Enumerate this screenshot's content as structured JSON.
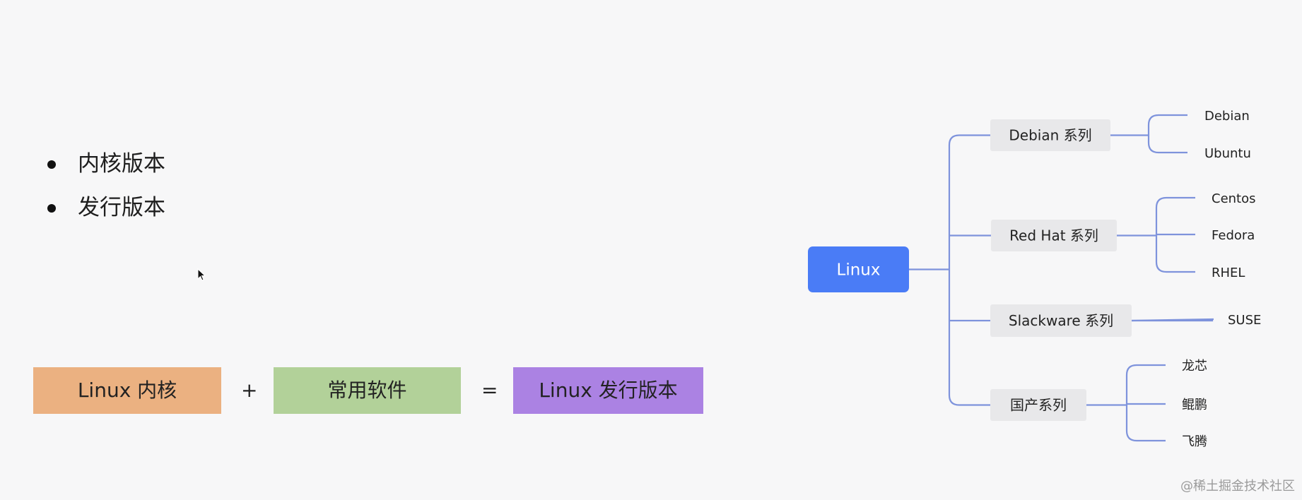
{
  "bullets": [
    "内核版本",
    "发行版本"
  ],
  "equation": {
    "kernel": {
      "label": "Linux 内核",
      "color": "#ebb181"
    },
    "plus": "+",
    "software": {
      "label": "常用软件",
      "color": "#b2d199"
    },
    "equals": "=",
    "distro": {
      "label": "Linux 发行版本",
      "color": "#ab82e3"
    }
  },
  "mindmap": {
    "root": {
      "label": "Linux",
      "color": "#4a7cf6"
    },
    "line_color": "#7e93dc",
    "branches": [
      {
        "label": "Debian 系列",
        "children": [
          "Debian",
          "Ubuntu"
        ]
      },
      {
        "label": "Red Hat 系列",
        "children": [
          "Centos",
          "Fedora",
          "RHEL"
        ]
      },
      {
        "label": "Slackware 系列",
        "children": [
          "SUSE"
        ]
      },
      {
        "label": "国产系列",
        "children": [
          "龙芯",
          "鲲鹏",
          "飞腾"
        ]
      }
    ]
  },
  "watermark": "@稀土掘金技术社区"
}
